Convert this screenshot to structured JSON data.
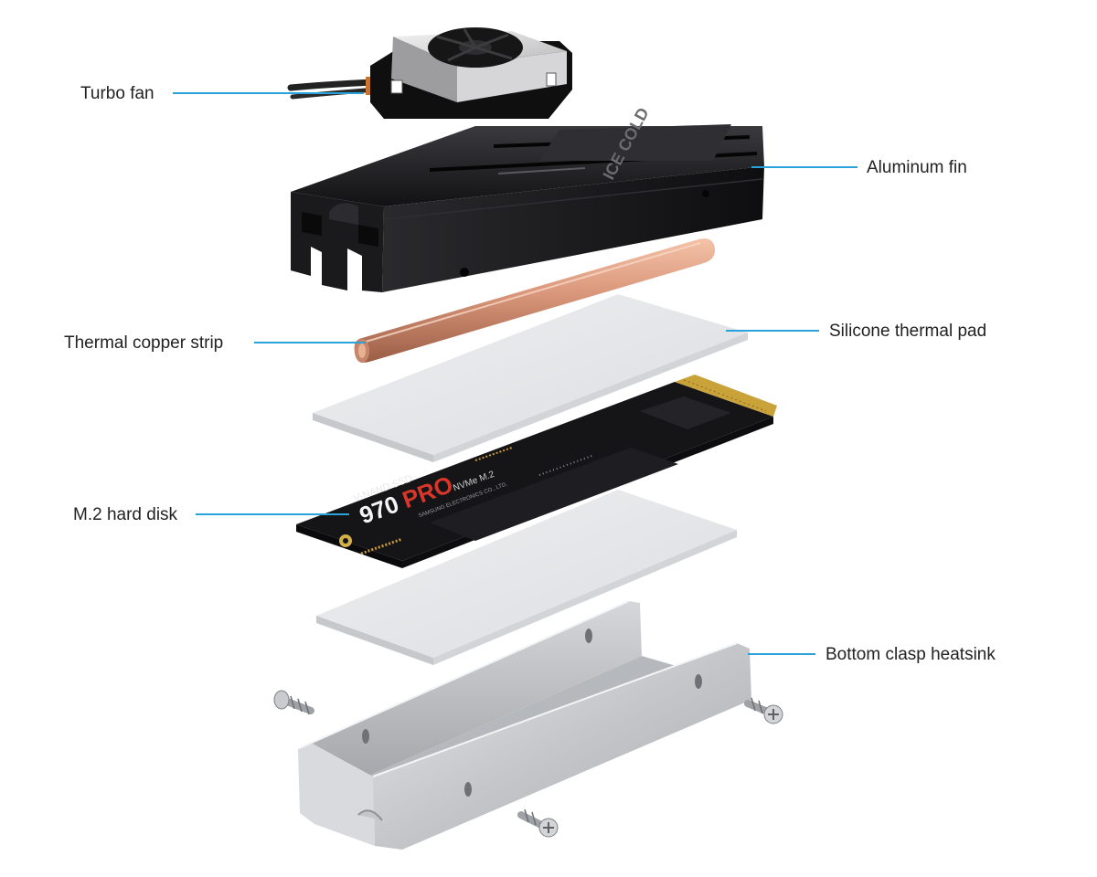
{
  "labels": {
    "turbo_fan": "Turbo fan",
    "aluminum_fin": "Aluminum fin",
    "thermal_copper_strip": "Thermal copper strip",
    "silicone_thermal_pad": "Silicone thermal pad",
    "m2_hard_disk": "M.2 hard disk",
    "bottom_clasp_heatsink": "Bottom clasp heatsink"
  },
  "fin_brand": "ICE COLD",
  "ssd": {
    "line1": "V-NAND SSD",
    "model_number": "970",
    "model_suffix": "PRO",
    "interface": "NVMe M.2",
    "maker": "SAMSUNG ELECTRONICS CO., LTD."
  },
  "colors": {
    "leader_line": "#2aa3dc",
    "label_text": "#222222",
    "aluminum_fin": "#1c1c1e",
    "copper": "#d9967a",
    "thermal_pad": "#e4e5e7",
    "pcb": "#151518",
    "gold_contacts": "#c9a23a",
    "silver_heatsink": "#c9cbce",
    "ssd_accent": "#d9362a"
  }
}
